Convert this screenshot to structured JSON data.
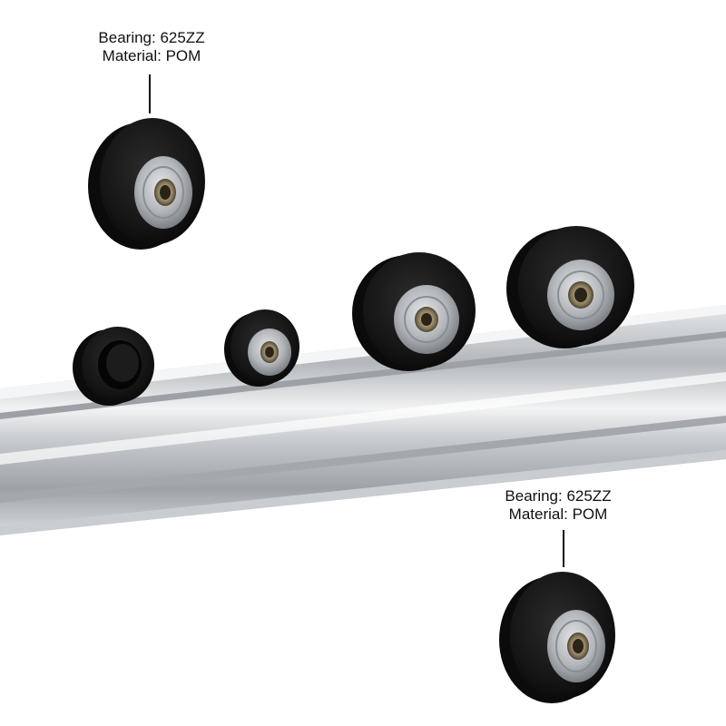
{
  "callouts": [
    {
      "bearing": "Bearing: 625ZZ",
      "material": "Material: POM"
    },
    {
      "bearing": "Bearing: 625ZZ",
      "material": "Material: POM"
    }
  ],
  "colors": {
    "background": "#ffffff",
    "wheel": "#151515",
    "bearing_shield": "#b9bcc0",
    "rail": "#c9ccd0",
    "text": "#111111"
  }
}
